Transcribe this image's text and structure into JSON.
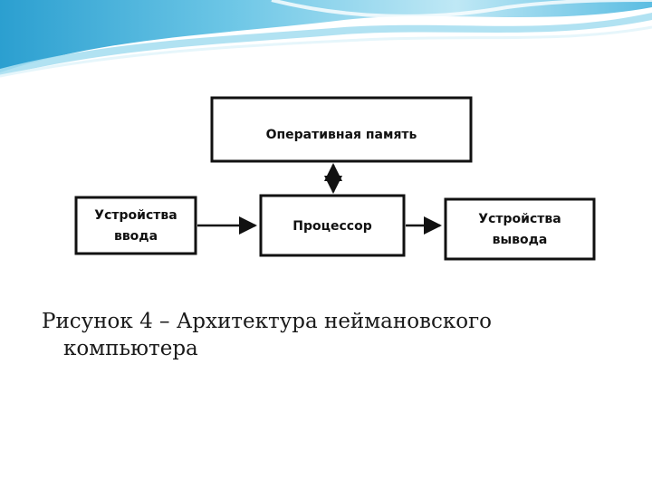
{
  "diagram": {
    "memory_label": "Оперативная память",
    "input_label_line1": "Устройства",
    "input_label_line2": "ввода",
    "processor_label": "Процессор",
    "output_label_line1": "Устройства",
    "output_label_line2": "вывода"
  },
  "caption": {
    "line1": "Рисунок 4 – Архитектура неймановского",
    "line2": "компьютера"
  },
  "colors": {
    "wave_light": "#c8ecf6",
    "wave_mid": "#6cc6e6",
    "wave_dark": "#2b9fd0"
  }
}
